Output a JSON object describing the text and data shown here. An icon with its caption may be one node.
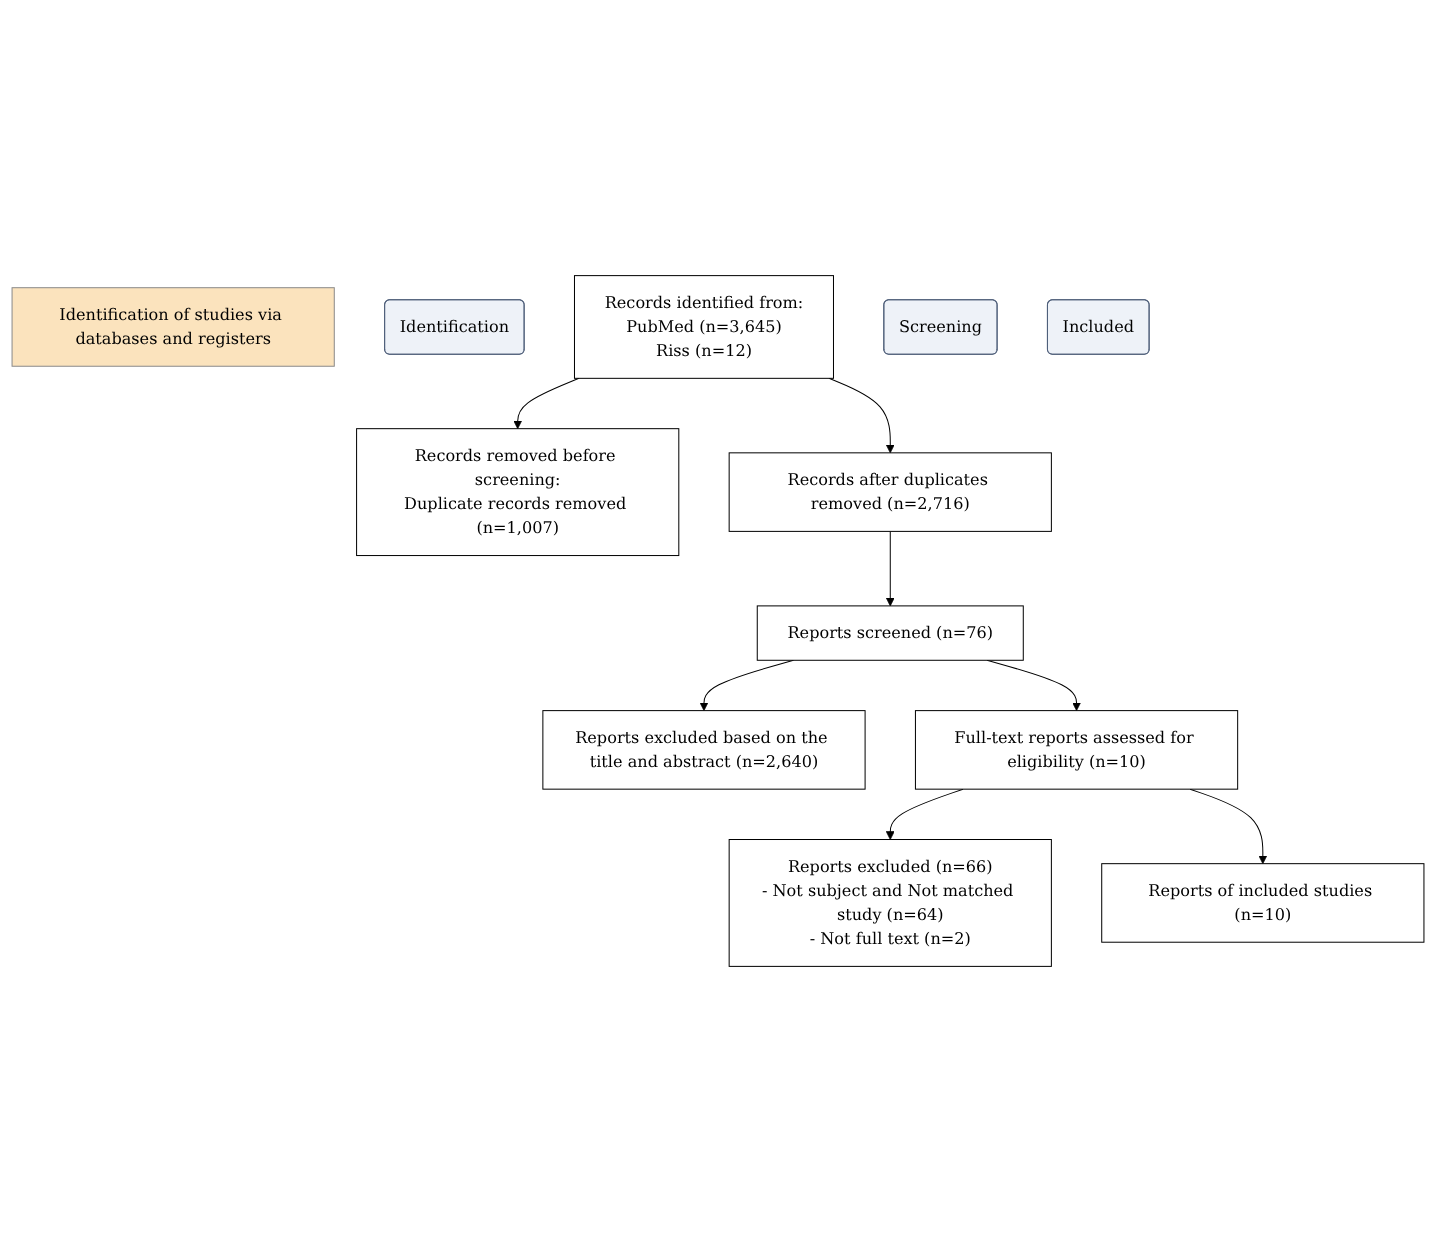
{
  "diagram": {
    "nodes": [
      {
        "text": [
          "Identification of studies via databases and registers"
        ]
      },
      {
        "text": [
          "Identification"
        ]
      },
      {
        "text": [
          "Records identified from:",
          "PubMed (n=3,645)",
          "Riss (n=12)"
        ]
      },
      {
        "text": [
          "Records removed before screening:",
          "Duplicate records removed (n=1,007)"
        ]
      },
      {
        "text": [
          "Screening"
        ]
      },
      {
        "text": [
          "Records after duplicates removed (n=2,716)"
        ]
      },
      {
        "text": [
          "Reports screened (n=76)"
        ]
      },
      {
        "text": [
          "Reports excluded based on the title and abstract (n=2,640)"
        ]
      },
      {
        "text": [
          "Full-text reports assessed for eligibility (n=10)"
        ]
      },
      {
        "text": [
          "Reports excluded (n=66)",
          "- Not subject and Not matched study (n=64)",
          "- Not full text (n=2)"
        ]
      },
      {
        "text": [
          "Included"
        ]
      },
      {
        "text": [
          "Reports of included studies (n=10)"
        ]
      }
    ],
    "edges": [
      {
        "from": 2,
        "to": 3,
        "arrow": "to"
      },
      {
        "from": 2,
        "to": 5,
        "arrow": "to"
      },
      {
        "from": 5,
        "to": 6,
        "arrow": "to"
      },
      {
        "from": 6,
        "to": 7,
        "arrow": "to"
      },
      {
        "from": 6,
        "to": 8,
        "arrow": "to"
      },
      {
        "from": 8,
        "to": 9,
        "arrow": "to"
      },
      {
        "from": 8,
        "to": 11,
        "arrow": "to"
      }
    ]
  }
}
